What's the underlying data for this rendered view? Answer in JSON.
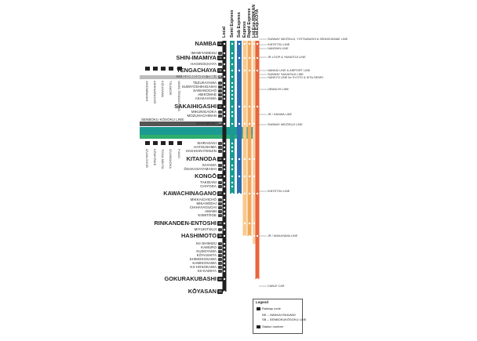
{
  "colors": {
    "local": "#1f1f1f",
    "semi_express": "#1a9a92",
    "sub_express": "#2e6fb3",
    "express": "#f7c98b",
    "rapid_express": "#f2a95e",
    "ltd_exp_rinkan": "#f5d2ab",
    "ltd_exp_koya": "#e8643c",
    "green_branch": "#2fae6e",
    "connection_gray": "#bdbdbd",
    "dark_band": "#555555"
  },
  "services": [
    {
      "label": "Local"
    },
    {
      "label": "Semi Express"
    },
    {
      "label": "Sub Express"
    },
    {
      "label": "Express"
    },
    {
      "label": "Rapid Express"
    },
    {
      "label": "Ltd.Exp.RINKAN"
    },
    {
      "label": "Ltd.Exp.KŌYA"
    }
  ],
  "stations": [
    {
      "name": "NAMBA",
      "major": true
    },
    {
      "name": "IMAMIYAEBISU",
      "major": false
    },
    {
      "name": "SHIN-IMAMIYA",
      "major": true
    },
    {
      "name": "HAGINOCHAYA",
      "major": false
    },
    {
      "name": "TENGACHAYA",
      "major": true
    },
    {
      "name": "KISHINOSATO-TAMADE",
      "major": false
    },
    {
      "name": "TEZUKAYAMA",
      "major": false
    },
    {
      "name": "SUMIYOSHIHIGASHI",
      "major": false
    },
    {
      "name": "SAWANOCHŌ",
      "major": false
    },
    {
      "name": "ABIKOMAE",
      "major": false
    },
    {
      "name": "ASAKAYAMA",
      "major": false
    },
    {
      "name": "SAKAIHIGASHI",
      "major": true
    },
    {
      "name": "MIKUNIGAOKA",
      "major": false
    },
    {
      "name": "MOZUHACHIMAN",
      "major": false
    },
    {
      "name": "NAKAMOZU",
      "major": false
    },
    {
      "name": "SHIRASAGI",
      "major": false
    },
    {
      "name": "HATSUSHIBA",
      "major": false
    },
    {
      "name": "HAGIHARATENJIN",
      "major": false
    },
    {
      "name": "KITANODA",
      "major": true
    },
    {
      "name": "SAYAMA",
      "major": false
    },
    {
      "name": "ŌSAKASAYAMASHI",
      "major": false
    },
    {
      "name": "KONGŌ",
      "major": true
    },
    {
      "name": "TAKIDANI",
      "major": false
    },
    {
      "name": "CHIYODA",
      "major": false
    },
    {
      "name": "KAWACHINAGANO",
      "major": true
    },
    {
      "name": "MIKKAICHICHŌ",
      "major": false
    },
    {
      "name": "MIKANODAI",
      "major": false
    },
    {
      "name": "CHIHAYAGUCHI",
      "major": false
    },
    {
      "name": "AMAMI",
      "major": false
    },
    {
      "name": "KIIMITŌGE",
      "major": false
    },
    {
      "name": "RINKANDEN-ENTOSHI",
      "major": true
    },
    {
      "name": "MIYUKITSUJI",
      "major": false
    },
    {
      "name": "HASHIMOTO",
      "major": true
    },
    {
      "name": "KII-SHIMIZU",
      "major": false
    },
    {
      "name": "KAMURO",
      "major": false
    },
    {
      "name": "KUDOYAMA",
      "major": false
    },
    {
      "name": "KŌYASHITA",
      "major": false
    },
    {
      "name": "SHIMOKOSAWA",
      "major": false
    },
    {
      "name": "KAMIKOSAWA",
      "major": false
    },
    {
      "name": "KII-HOSOKAWA",
      "major": false
    },
    {
      "name": "KII-KAMIYA",
      "major": false
    },
    {
      "name": "GOKURAKUBASHI",
      "major": true
    },
    {
      "name": "KŌYASAN",
      "major": true
    }
  ],
  "station_numbers": {
    "namba": "01",
    "shin_imamiya": "03",
    "tengachaya": "05",
    "sakaihigashi": "11",
    "kitanoda": "21",
    "kongo": "24",
    "kawachinagano": "27",
    "rinkanden_entoshi": "33",
    "hashimoto": "35",
    "gokurakubashi": "44",
    "koyasan": "45",
    "nakamozu": "14"
  },
  "connections": [
    {
      "text": "SUBWAY MIDŌSUJI, YOTSUBASHI & SENNICHIMAE LINE"
    },
    {
      "text": "KINTETSU LINE"
    },
    {
      "text": "HANSHIN LINE"
    },
    {
      "text": "JR LOOP & YAMATOJI LINE"
    },
    {
      "text": "NANKAI LINE & AIRPORT LINE"
    },
    {
      "text": "SUBWAY SAKAISUJI LINE"
    },
    {
      "text": "HANKYŪ LINE  for KYOTO & KITA-SENRI"
    },
    {
      "text": "UEMACHI LINE"
    },
    {
      "text": "JR / HANWA LINE"
    },
    {
      "text": "SUBWAY MIDŌSUJI LINE"
    },
    {
      "text": "KINTETSU LINE"
    },
    {
      "text": "JR / WAKAYAMA LINE"
    },
    {
      "text": "CABLE CAR"
    }
  ],
  "branch_upper": {
    "label": "KISHINOSATO-TAMADE",
    "stations": [
      "SHIOMIBASHI",
      "ASHIHARACHŌ",
      "KIZUGAWA",
      "TSUMORI",
      "NISHI-TENGACHAYA"
    ]
  },
  "branch_lower": {
    "label": "SENBOKU KŌSOKU LINE",
    "stations": [
      "IZUMI-CHŪŌ",
      "KŌMYŌIKE",
      "TOGA-MIKITA",
      "IZUMIGAOKA",
      "FUKAI"
    ]
  },
  "legend": {
    "title": "Legend",
    "items": [
      {
        "text": "Railway code"
      },
      {
        "text": "NK – NANKAI RAILWAY"
      },
      {
        "text": "SB – SENBOKUKŌSOKU LINE"
      },
      {
        "text": "Station number"
      }
    ]
  }
}
